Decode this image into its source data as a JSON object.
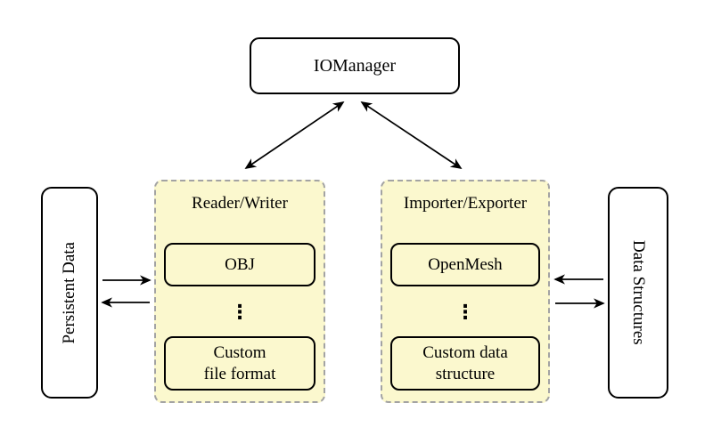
{
  "nodes": {
    "io_manager": {
      "label": "IOManager"
    },
    "persistent_data": {
      "label": "Persistent Data"
    },
    "data_structures": {
      "label": "Data Structures"
    }
  },
  "groups": {
    "reader_writer": {
      "title": "Reader/Writer",
      "ellipsis": "⋮",
      "items": [
        {
          "label": "OBJ"
        },
        {
          "label": "Custom\nfile format"
        }
      ]
    },
    "importer_exporter": {
      "title": "Importer/Exporter",
      "ellipsis": "⋮",
      "items": [
        {
          "label": "OpenMesh"
        },
        {
          "label": "Custom data\nstructure"
        }
      ]
    }
  },
  "arrows": [
    {
      "name": "iomanager-readerwriter",
      "from": "IOManager",
      "to": "Reader/Writer",
      "bidirectional": true
    },
    {
      "name": "iomanager-importerexporter",
      "from": "IOManager",
      "to": "Importer/Exporter",
      "bidirectional": true
    },
    {
      "name": "persistentdata-to-readerwriter",
      "from": "Persistent Data",
      "to": "Reader/Writer",
      "bidirectional": false
    },
    {
      "name": "readerwriter-to-persistentdata",
      "from": "Reader/Writer",
      "to": "Persistent Data",
      "bidirectional": false
    },
    {
      "name": "datastructures-to-importerexporter",
      "from": "Data Structures",
      "to": "Importer/Exporter",
      "bidirectional": false
    },
    {
      "name": "importerexporter-to-datastructures",
      "from": "Importer/Exporter",
      "to": "Data Structures",
      "bidirectional": false
    }
  ],
  "colors": {
    "group_fill": "#FBF8CE",
    "group_border": "#A3A3A3",
    "node_fill": "#FFFFFF",
    "stroke": "#000000"
  }
}
